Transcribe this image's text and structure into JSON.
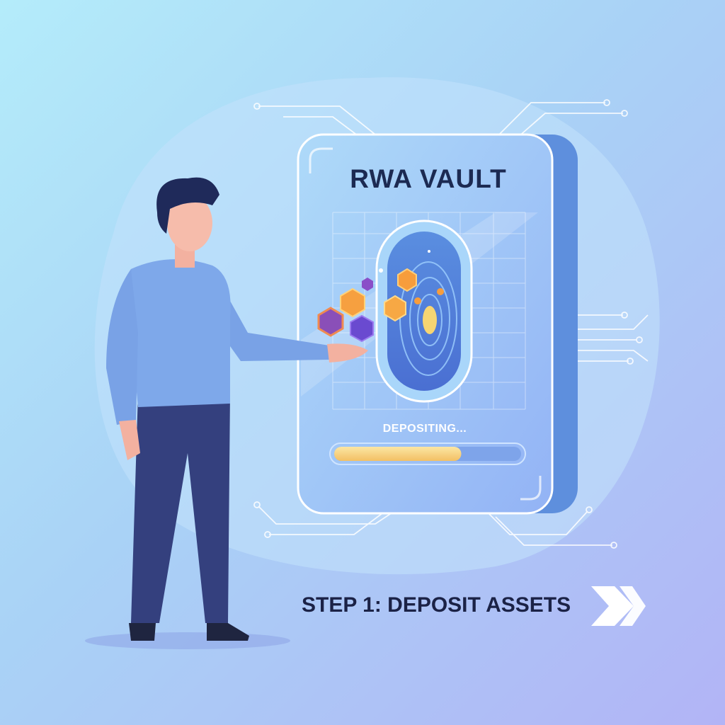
{
  "vault": {
    "title": "RWA VAULT",
    "status_text": "DEPOSITING...",
    "progress": 0.68
  },
  "caption": {
    "step_label": "STEP 1: DEPOSIT ASSETS",
    "icon": "double-chevron-right-icon"
  },
  "colors": {
    "progress_fill": "#f6c86e",
    "progress_track": "#7ea4ea",
    "text_dark": "#1c2a52",
    "shirt": "#7ea8ea",
    "pants": "#34407e"
  }
}
